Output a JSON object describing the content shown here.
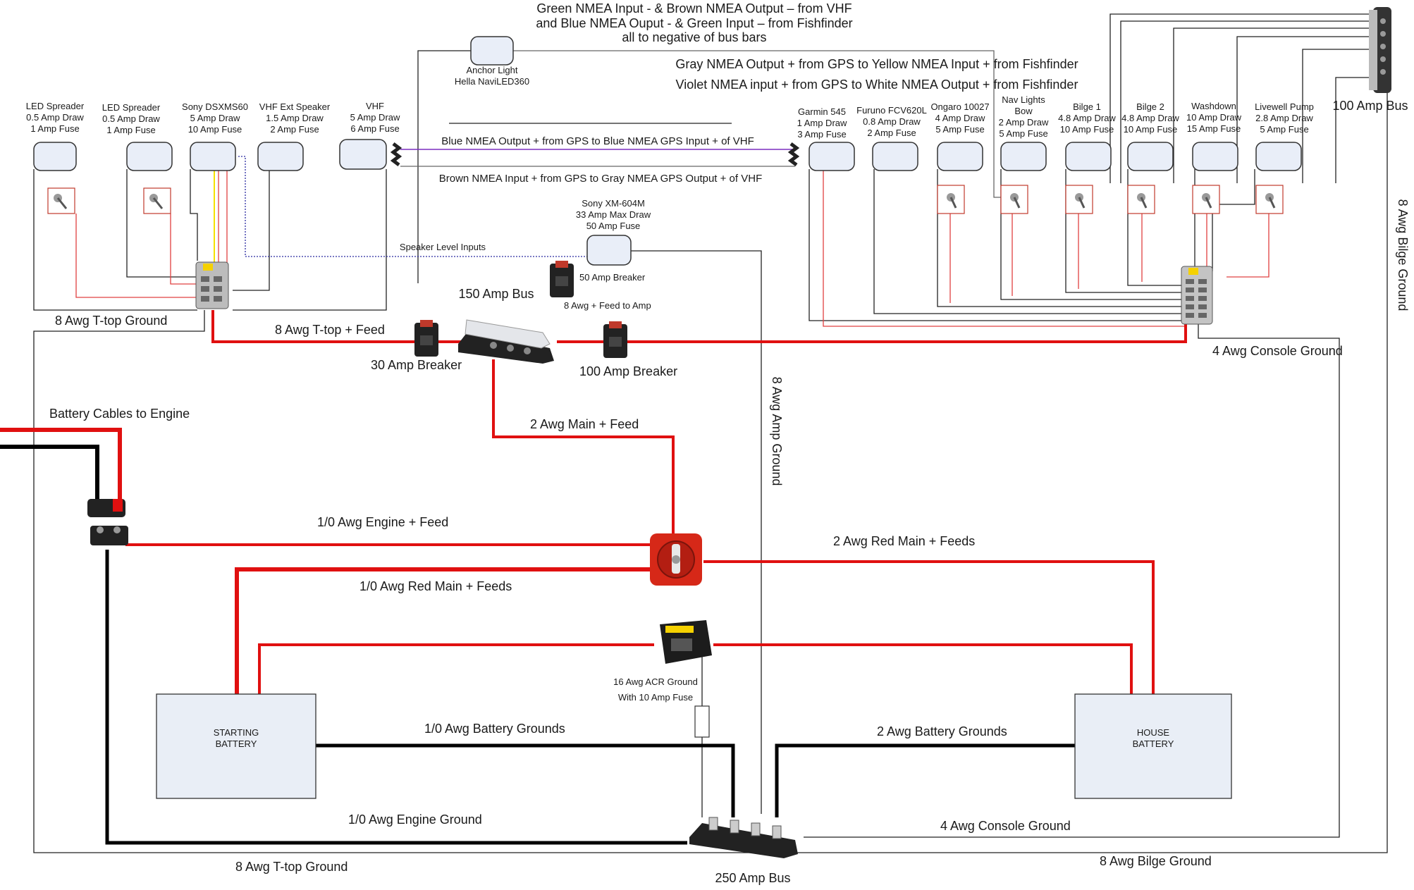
{
  "notes": {
    "nmea_top_1": "Green NMEA Input - & Brown NMEA Output – from VHF",
    "nmea_top_2": "and Blue NMEA Ouput - & Green Input – from Fishfinder",
    "nmea_top_3": "all to negative of bus bars",
    "gray_nmea": "Gray NMEA Output + from GPS to Yellow NMEA Input + from Fishfinder",
    "violet_nmea": "Violet NMEA input + from GPS to White NMEA Output + from Fishfinder",
    "blue_nmea": "Blue NMEA Output + from GPS to Blue NMEA GPS Input + of VHF",
    "brown_nmea": "Brown NMEA Input + from GPS to Gray NMEA GPS Output + of VHF",
    "speaker_inputs": "Speaker Level Inputs"
  },
  "devices": {
    "anchor_light": [
      "Anchor Light",
      "Hella NaviLED360"
    ],
    "led_spreader_1": [
      "LED Spreader",
      "0.5 Amp Draw",
      "1 Amp Fuse"
    ],
    "led_spreader_2": [
      "LED Spreader",
      "0.5 Amp Draw",
      "1 Amp Fuse"
    ],
    "sony_dsx": [
      "Sony DSXMS60",
      "5 Amp Draw",
      "10 Amp Fuse"
    ],
    "vhf_speaker": [
      "VHF Ext Speaker",
      "1.5 Amp Draw",
      "2 Amp Fuse"
    ],
    "vhf": [
      "VHF",
      "5 Amp Draw",
      "6 Amp Fuse"
    ],
    "garmin": [
      "Garmin 545",
      "1 Amp Draw",
      "3 Amp Fuse"
    ],
    "furuno": [
      "Furuno FCV620L",
      "0.8 Amp Draw",
      "2 Amp Fuse"
    ],
    "ongaro": [
      "Ongaro 10027",
      "4 Amp Draw",
      "5 Amp Fuse"
    ],
    "nav_lights": [
      "Nav Lights",
      "Bow",
      "2 Amp Draw",
      "5 Amp Fuse"
    ],
    "bilge_1": [
      "Bilge 1",
      "4.8 Amp Draw",
      "10 Amp Fuse"
    ],
    "bilge_2": [
      "Bilge 2",
      "4.8 Amp Draw",
      "10 Amp Fuse"
    ],
    "washdown": [
      "Washdown",
      "10 Amp Draw",
      "15 Amp Fuse"
    ],
    "livewell": [
      "Livewell Pump",
      "2.8 Amp Draw",
      "5 Amp Fuse"
    ],
    "sony_amp": [
      "Sony XM-604M",
      "33 Amp Max Draw",
      "50 Amp Fuse"
    ]
  },
  "labels": {
    "bus_100": "100 Amp Bus",
    "bus_150": "150 Amp Bus",
    "bus_250": "250 Amp Bus",
    "breaker_50": "50 Amp Breaker",
    "amp_feed": "8 Awg + Feed to Amp",
    "ttop_ground_top": "8 Awg T-top Ground",
    "ttop_feed": "8 Awg T-top + Feed",
    "breaker_30": "30 Amp Breaker",
    "breaker_100": "100 Amp Breaker",
    "console_ground_top": "4 Awg Console Ground",
    "bilge_ground_vertical": "8 Awg Bilge Ground",
    "amp_ground_vertical": "8 Awg Amp Ground",
    "battery_cables": "Battery Cables to Engine",
    "main_feed_2awg": "2 Awg Main + Feed",
    "engine_feed": "1/0 Awg Engine +  Feed",
    "red_main_2awg": "2 Awg Red Main + Feeds",
    "red_main_10awg": "1/0 Awg Red Main +  Feeds",
    "acr_ground": "16 Awg ACR Ground",
    "acr_fuse": "With 10 Amp Fuse",
    "battery_grounds_10": "1/0 Awg Battery Grounds",
    "battery_grounds_2": "2 Awg Battery Grounds",
    "starting_battery": [
      "STARTING",
      "BATTERY"
    ],
    "house_battery": [
      "HOUSE",
      "BATTERY"
    ],
    "engine_ground": "1/0 Awg Engine Ground",
    "console_ground_bottom": "4 Awg Console Ground",
    "ttop_ground_bottom": "8 Awg T-top Ground",
    "bilge_ground_bottom": "8 Awg Bilge Ground"
  },
  "colors": {
    "positive": "#e01010",
    "negative": "#000000",
    "nmea_violet": "#7b2fbf",
    "speaker_blue": "#2a2aa0",
    "signal_yellow": "#f5e000"
  }
}
